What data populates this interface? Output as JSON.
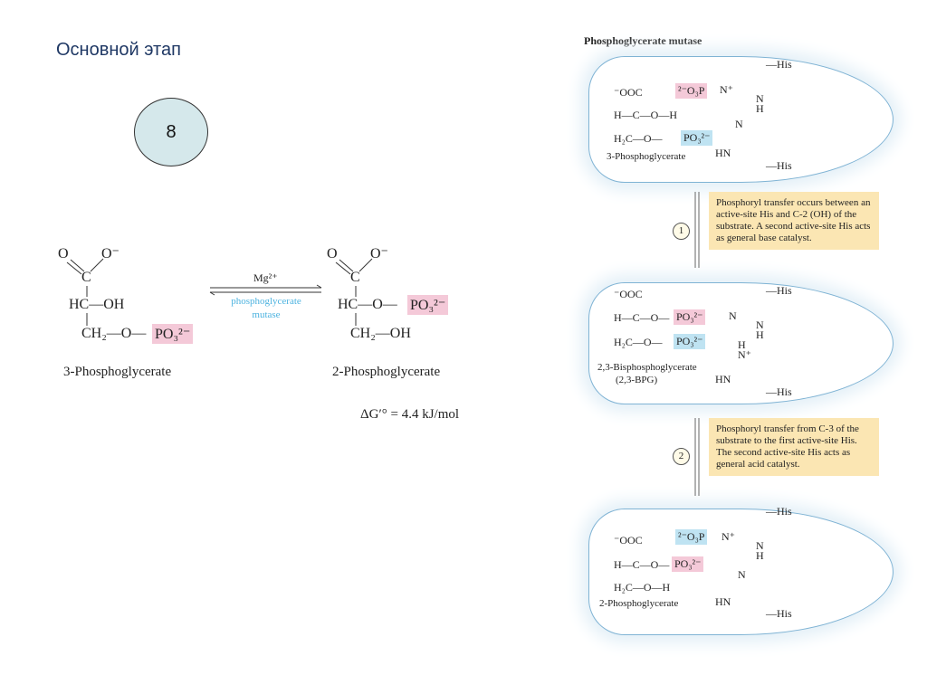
{
  "slide": {
    "title": "Основной этап",
    "step_number": "8"
  },
  "reaction": {
    "substrate": {
      "o_double": "O",
      "o_minus": "O⁻",
      "c": "C",
      "hc_oh": "HC—OH",
      "ch2_o": "CH₂—O—",
      "phosphate": "PO₃²⁻",
      "name": "3-Phosphoglycerate"
    },
    "product": {
      "o_double": "O",
      "o_minus": "O⁻",
      "c": "C",
      "hc_o": "HC—O—",
      "phosphate": "PO₃²⁻",
      "ch2_oh": "CH₂—OH",
      "name": "2-Phosphoglycerate"
    },
    "cofactor": "Mg²⁺",
    "enzyme_line1": "phosphoglycerate",
    "enzyme_line2": "mutase",
    "delta_g": "ΔG′° = 4.4 kJ/mol"
  },
  "mechanism": {
    "title": "Phosphoglycerate mutase",
    "stages": [
      {
        "lines": [
          "⁻OOC",
          "H—C—O—H",
          "H₂C—O—"
        ],
        "pink": "²⁻O₃P",
        "blue": "PO₃²⁻",
        "name": "3-Phosphoglycerate",
        "his_top": "—His",
        "his_bottom": "—His",
        "n_plus": "N⁺",
        "nh": "N H",
        "n": "N",
        "hn": "HN"
      },
      {
        "lines": [
          "⁻OOC",
          "H—C—O—",
          "H₂C—O—"
        ],
        "pink": "PO₃²⁻",
        "blue": "PO₃²⁻",
        "name": "2,3-Bisphosphoglycerate",
        "name2": "(2,3-BPG)",
        "his_top": "—His",
        "his_bottom": "—His",
        "n_plus": "N",
        "nh": "N H",
        "n": "H N⁺",
        "hn": "HN"
      },
      {
        "lines": [
          "⁻OOC",
          "H—C—O—",
          "H₂C—O—H"
        ],
        "pink": "PO₃²⁻",
        "blue": "²⁻O₃P",
        "name": "2-Phosphoglycerate",
        "his_top": "—His",
        "his_bottom": "—His",
        "n_plus": "N⁺",
        "nh": "N H",
        "n": "N",
        "hn": "HN"
      }
    ],
    "steps": [
      {
        "number": "1",
        "text": "Phosphoryl transfer occurs between an active-site His and C-2 (OH) of the substrate. A second active-site His acts as general base catalyst."
      },
      {
        "number": "2",
        "text": "Phosphoryl transfer from C-3 of the substrate to the first active-site His. The second active-site His acts as general acid catalyst."
      }
    ]
  },
  "colors": {
    "pink": "#f4c9d8",
    "blue": "#bfe3f2",
    "note": "#fbe6b3",
    "enzyme": "#4db3e0"
  }
}
